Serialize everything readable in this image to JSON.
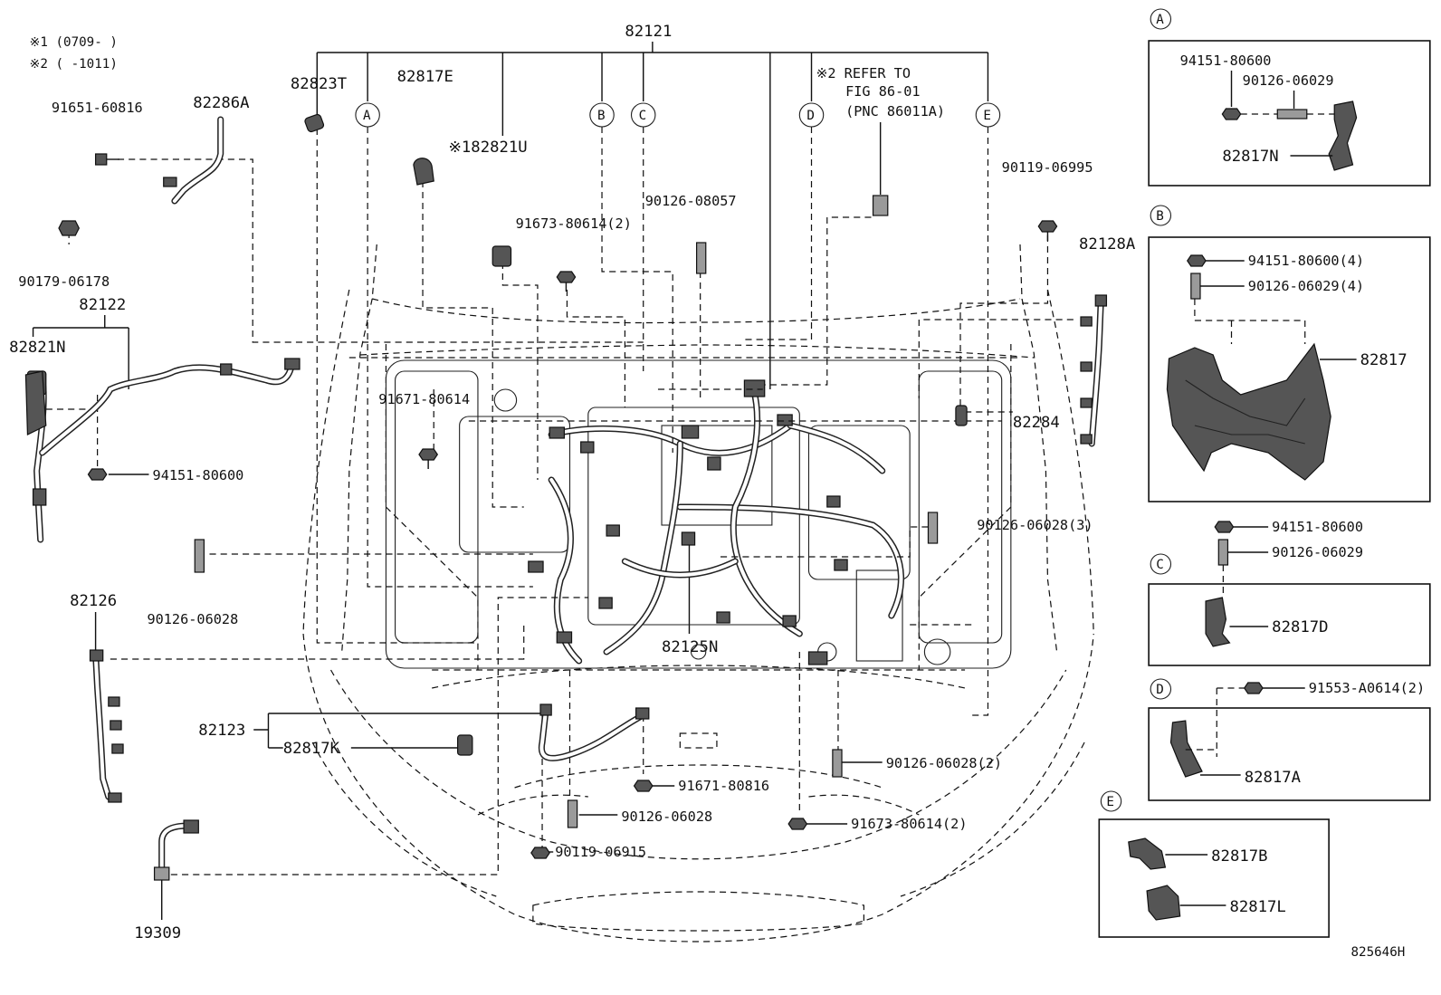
{
  "notes": {
    "note1": "※1 (0709-      )",
    "note2": "※2 (       -1011)"
  },
  "refer": {
    "line1": "※2 REFER TO",
    "line2": "FIG 86-01",
    "line3": "(PNC 86011A)"
  },
  "labels": {
    "p82121": "82121",
    "p82823T": "82823T",
    "p82817E": "82817E",
    "p82821U": "※182821U",
    "p91651_60816": "91651-60816",
    "p82286A": "82286A",
    "p90179_06178": "90179-06178",
    "p82122": "82122",
    "p82821N": "82821N",
    "p94151_80600_left": "94151-80600",
    "p91673_80614_top": "91673-80614(2)",
    "p90126_08057": "90126-08057",
    "p90119_06995": "90119-06995",
    "p91671_80614": "91671-80614",
    "p82128A": "82128A",
    "p82284": "82284",
    "p90126_06028_3": "90126-06028(3)",
    "p90126_06028_left": "90126-06028",
    "p82126": "82126",
    "p82125N": "82125N",
    "p82123": "82123",
    "p82817K": "82817K",
    "p91671_80816": "91671-80816",
    "p90126_06028_2": "90126-06028(2)",
    "p90126_06028_bottom": "90126-06028",
    "p91673_80614_bottom": "91673-80614(2)",
    "p90119_06915": "90119-06915",
    "p19309": "19309",
    "drawing_no": "825646H"
  },
  "callouts": {
    "A": "A",
    "B": "B",
    "C": "C",
    "D": "D",
    "E": "E"
  },
  "detail_A": {
    "letter": "A",
    "p1": "94151-80600",
    "p2": "90126-06029",
    "p3": "82817N"
  },
  "detail_B": {
    "letter": "B",
    "p1": "94151-80600(4)",
    "p2": "90126-06029(4)",
    "p3": "82817"
  },
  "detail_C": {
    "letter": "C",
    "p1": "94151-80600",
    "p2": "90126-06029",
    "p3": "82817D"
  },
  "detail_D": {
    "letter": "D",
    "p1": "91553-A0614(2)",
    "p2": "82817A"
  },
  "detail_E": {
    "letter": "E",
    "p1": "82817B",
    "p2": "82817L"
  }
}
